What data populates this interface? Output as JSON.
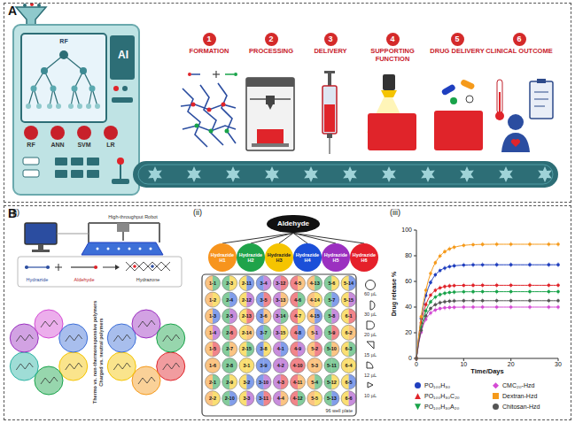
{
  "diagram": {
    "nodes": [
      {
        "text": [
          "A"
        ]
      },
      {
        "text": [
          "AI"
        ],
        "in": 0
      },
      {
        "text": [
          "1",
          "FORMATION"
        ],
        "in": 0
      },
      {
        "text": [
          "2",
          "PROCESSING"
        ],
        "in": 0
      },
      {
        "text": [
          "3",
          "DELIVERY"
        ],
        "in": 0
      },
      {
        "text": [
          "4",
          "SUPPORTING FUNCTION"
        ],
        "in": 0
      },
      {
        "text": [
          "5",
          "DRUG DELIVERY"
        ],
        "in": 0
      },
      {
        "text": [
          "6",
          "CLINICAL OUTCOME"
        ],
        "in": 0
      },
      {
        "text": [
          "B"
        ]
      },
      {
        "text": [
          "Aldehyde"
        ],
        "in": 8
      },
      {
        "text": [
          "Hydrazide H1"
        ],
        "in": 8
      },
      {
        "text": [
          "Hydrazide H2"
        ],
        "in": 8
      },
      {
        "text": [
          "Hydrazide H3"
        ],
        "in": 8
      },
      {
        "text": [
          "Hydrazide H4"
        ],
        "in": 8
      },
      {
        "text": [
          "Hydrazide H5"
        ],
        "in": 8
      },
      {
        "text": [
          "Hydrazide H6"
        ],
        "in": 8
      }
    ],
    "edges": [
      {
        "from": 9,
        "to": 10,
        "arrow": "none"
      },
      {
        "from": 9,
        "to": 11,
        "arrow": "none"
      },
      {
        "from": 9,
        "to": 12,
        "arrow": "none"
      },
      {
        "from": 9,
        "to": 13,
        "arrow": "none"
      },
      {
        "from": 9,
        "to": 14,
        "arrow": "none"
      },
      {
        "from": 9,
        "to": 15,
        "arrow": "none"
      }
    ],
    "labels": [
      "RF",
      "RF",
      "ANN",
      "SVM",
      "LR",
      "(i)",
      "High-throughput Robot",
      "Hydrazide",
      "Aldehyde",
      "Hydrazone",
      "Thermo vs. non-thermoresponsive polymers",
      "Charged vs. neutral polymers",
      "(ii)",
      "1-1",
      "1-2",
      "1-3",
      "1-4",
      "1-5",
      "1-6",
      "2-1",
      "2-2",
      "2-3",
      "2-4",
      "2-5",
      "2-6",
      "2-7",
      "2-8",
      "2-9",
      "2-10",
      "2-11",
      "2-12",
      "2-13",
      "2-14",
      "2-15",
      "3-1",
      "3-2",
      "3-3",
      "3-4",
      "3-5",
      "3-6",
      "3-7",
      "3-8",
      "3-9",
      "3-10",
      "3-11",
      "3-12",
      "3-13",
      "3-14",
      "3-15",
      "4-1",
      "4-2",
      "4-3",
      "4-4",
      "4-5",
      "4-6",
      "4-7",
      "4-8",
      "4-9",
      "4-10",
      "4-11",
      "4-12",
      "4-13",
      "4-14",
      "4-15",
      "5-1",
      "5-2",
      "5-3",
      "5-4",
      "5-5",
      "5-6",
      "5-7",
      "5-8",
      "5-9",
      "5-10",
      "5-11",
      "5-12",
      "5-13",
      "5-14",
      "5-15",
      "6-1",
      "6-2",
      "6-3",
      "6-4",
      "6-5",
      "6-6",
      "60 µL",
      "30 µL",
      "20 µL",
      "15 µL",
      "12 µL",
      "10 µL",
      "96 well plate",
      "(iii)",
      "Drug release %",
      "Time/Days",
      "0",
      "20",
      "40",
      "60",
      "80",
      "100",
      "0",
      "10",
      "20",
      "30"
    ],
    "legend": [
      {
        "text": "PO₁₀₀H₃₀",
        "color": "#1f3fbf"
      },
      {
        "text": "PO₁₀₀H₃₀C₂₀",
        "color": "#e0242a"
      },
      {
        "text": "PO₁₀₀H₃₀A₂₀",
        "color": "#19a34a"
      },
      {
        "text": "CMC₂₀-Hzd",
        "color": "#d44bd4"
      },
      {
        "text": "Dextran-Hzd",
        "color": "#f59a1b"
      },
      {
        "text": "Chitosan-Hzd",
        "color": "#555555"
      }
    ]
  }
}
